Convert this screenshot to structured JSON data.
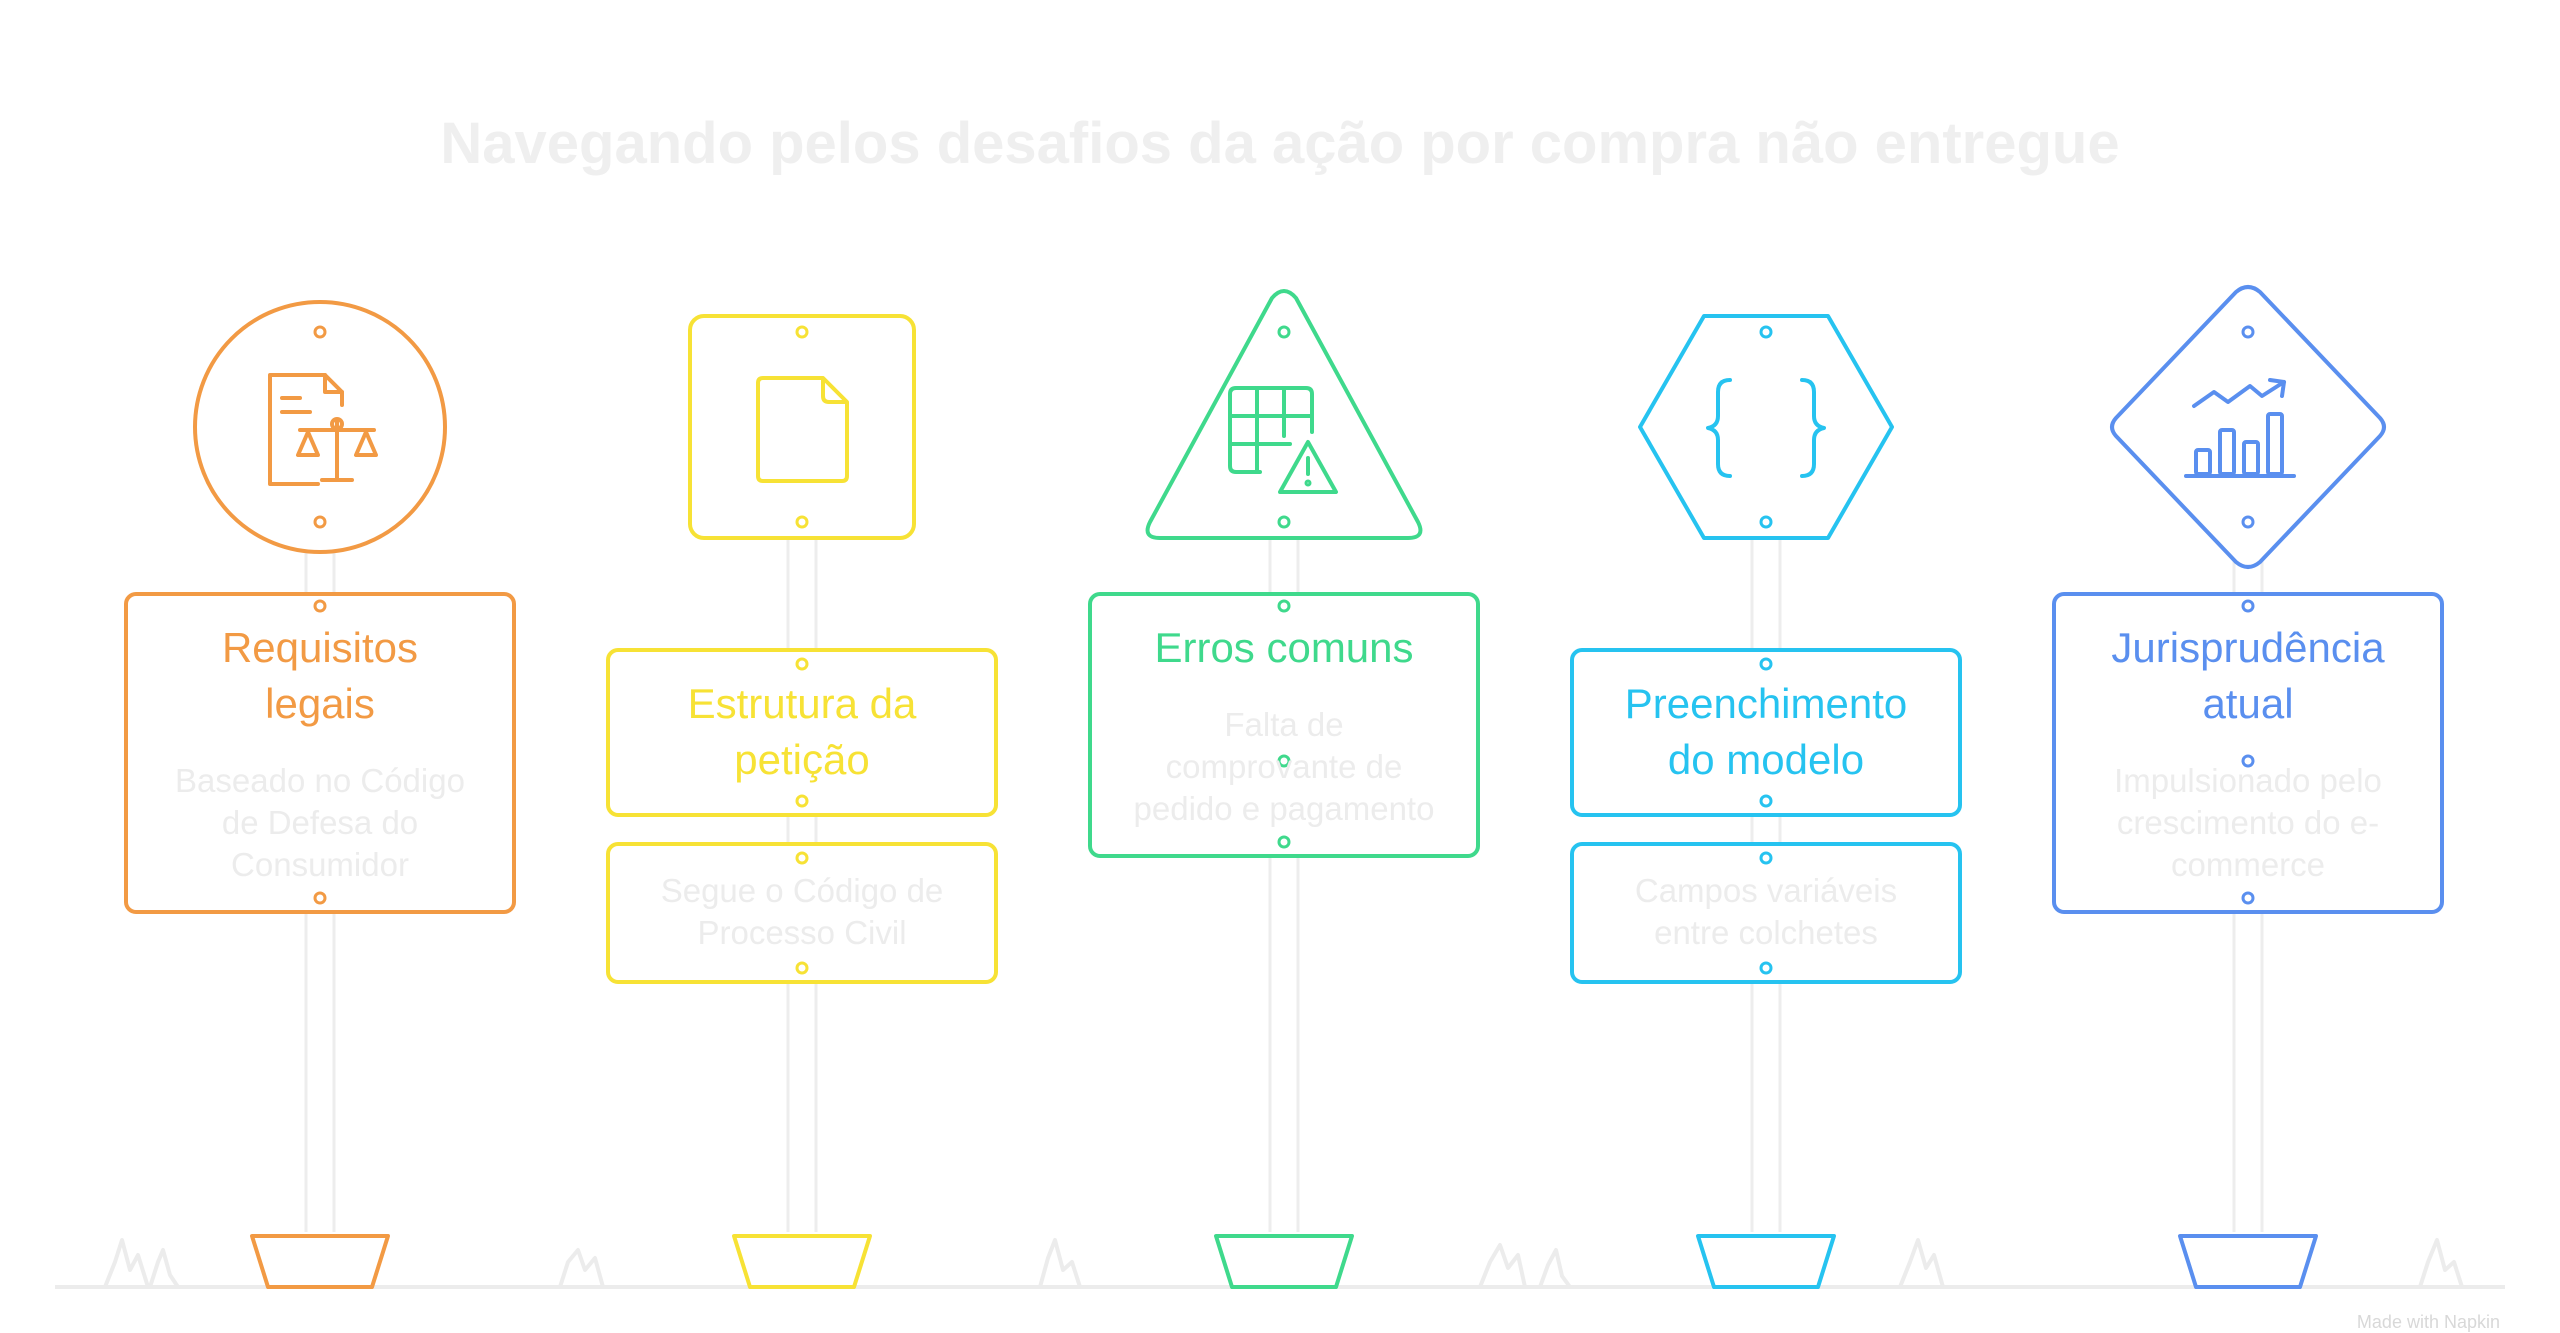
{
  "title": "Navegando pelos desafios da ação por compra não entregue",
  "colors": {
    "orange": "#f29a44",
    "yellow": "#f7e235",
    "green": "#3fd98c",
    "cyan": "#26c3f0",
    "blue": "#5a8fef",
    "post": "#ededed"
  },
  "signs": [
    {
      "shape": "circle",
      "icon": "legal-document-scales-icon",
      "color": "#f29a44",
      "card": {
        "title_line1": "Requisitos",
        "title_line2": "legais",
        "body_line1": "Baseado no Código",
        "body_line2": "de Defesa do",
        "body_line3": "Consumidor"
      }
    },
    {
      "shape": "rounded-square",
      "icon": "document-icon",
      "color": "#f7e235",
      "card": {
        "title_line1": "Estrutura da",
        "title_line2": "petição",
        "body_line1": "Segue o Código de",
        "body_line2": "Processo Civil"
      }
    },
    {
      "shape": "triangle",
      "icon": "table-warning-icon",
      "color": "#3fd98c",
      "card": {
        "title_line1": "Erros comuns",
        "body_line1": "Falta de",
        "body_line2": "comprovante de",
        "body_line3": "pedido e pagamento"
      }
    },
    {
      "shape": "hexagon",
      "icon": "curly-braces-icon",
      "color": "#26c3f0",
      "card": {
        "title_line1": "Preenchimento",
        "title_line2": "do modelo",
        "body_line1": "Campos variáveis",
        "body_line2": "entre colchetes"
      }
    },
    {
      "shape": "diamond",
      "icon": "trending-bar-chart-icon",
      "color": "#5a8fef",
      "card": {
        "title_line1": "Jurisprudência",
        "title_line2": "atual",
        "body_line1": "Impulsionado pelo",
        "body_line2": "crescimento do e-",
        "body_line3": "commerce"
      }
    }
  ],
  "watermark": "Made with Napkin"
}
